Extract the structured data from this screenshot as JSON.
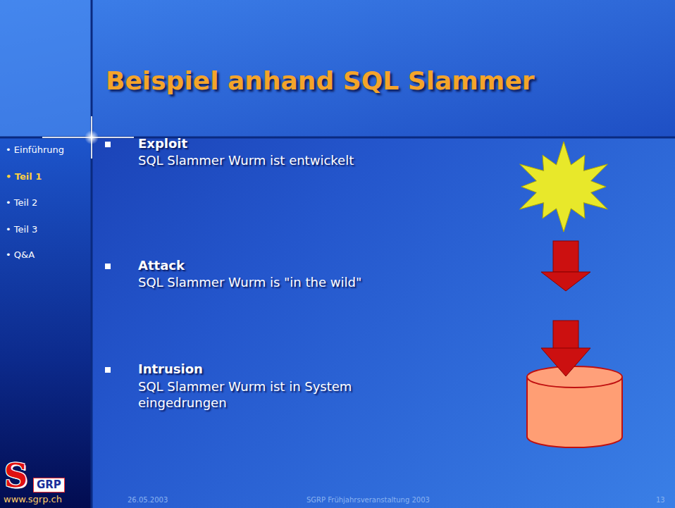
{
  "diagram": {
    "title": "Beispiel anhand SQL Slammer",
    "labels": [
      "• Einführung",
      "• Teil 1",
      "• Teil 2",
      "• Teil 3",
      "• Q&A",
      "Exploit",
      "SQL Slammer Wurm ist entwickelt",
      "Attack",
      "SQL Slammer Wurm is \"in the wild\"",
      "Intrusion",
      "SQL Slammer Wurm ist in System eingedrungen",
      "S",
      "GRP",
      "www.sgrp.ch",
      "26.05.2003",
      "SGRP Frühjahrsveranstaltung 2003",
      "13"
    ]
  }
}
